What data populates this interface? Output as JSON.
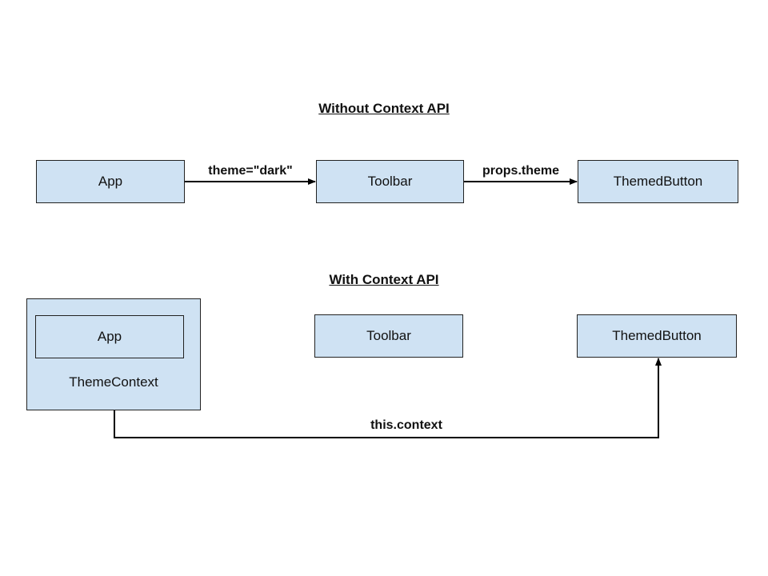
{
  "colors": {
    "node_fill": "#cfe2f3",
    "stroke": "#000000"
  },
  "without_context": {
    "heading": "Without Context API",
    "nodes": {
      "app": "App",
      "toolbar": "Toolbar",
      "themed_button": "ThemedButton"
    },
    "edges": {
      "app_to_toolbar": "theme=\"dark\"",
      "toolbar_to_button": "props.theme"
    }
  },
  "with_context": {
    "heading": "With Context API",
    "container_label": "ThemeContext",
    "nodes": {
      "app": "App",
      "toolbar": "Toolbar",
      "themed_button": "ThemedButton"
    },
    "edges": {
      "context_to_button": "this.context"
    }
  }
}
